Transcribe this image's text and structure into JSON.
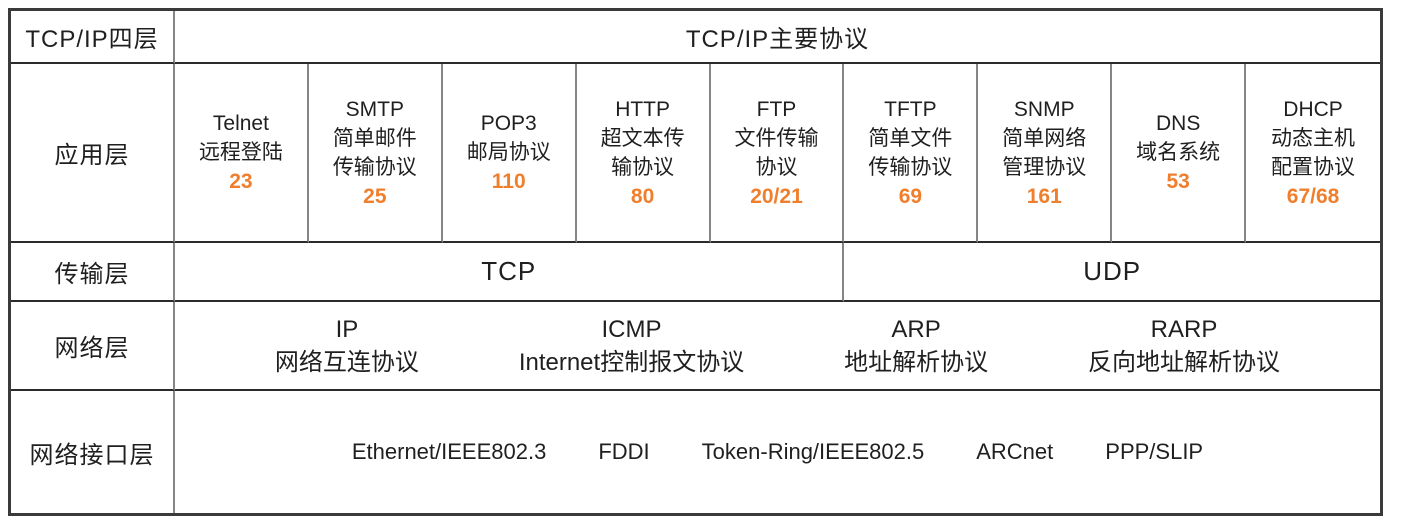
{
  "title_row": {
    "label": "TCP/IP四层",
    "title": "TCP/IP主要协议"
  },
  "application": {
    "label": "应用层",
    "protocols": [
      {
        "name": "Telnet",
        "desc": "远程登陆",
        "port": "23"
      },
      {
        "name": "SMTP",
        "desc": "简单邮件\n传输协议",
        "port": "25"
      },
      {
        "name": "POP3",
        "desc": "邮局协议",
        "port": "110"
      },
      {
        "name": "HTTP",
        "desc": "超文本传\n输协议",
        "port": "80"
      },
      {
        "name": "FTP",
        "desc": "文件传输\n协议",
        "port": "20/21"
      },
      {
        "name": "TFTP",
        "desc": "简单文件\n传输协议",
        "port": "69"
      },
      {
        "name": "SNMP",
        "desc": "简单网络\n管理协议",
        "port": "161"
      },
      {
        "name": "DNS",
        "desc": "域名系统",
        "port": "53"
      },
      {
        "name": "DHCP",
        "desc": "动态主机\n配置协议",
        "port": "67/68"
      }
    ]
  },
  "transport": {
    "label": "传输层",
    "tcp": "TCP",
    "udp": "UDP"
  },
  "network": {
    "label": "网络层",
    "protocols": [
      {
        "name": "IP",
        "desc": "网络互连协议"
      },
      {
        "name": "ICMP",
        "desc": "Internet控制报文协议"
      },
      {
        "name": "ARP",
        "desc": "地址解析协议"
      },
      {
        "name": "RARP",
        "desc": "反向地址解析协议"
      }
    ]
  },
  "interface": {
    "label": "网络接口层",
    "items": [
      "Ethernet/IEEE802.3",
      "FDDI",
      "Token-Ring/IEEE802.5",
      "ARCnet",
      "PPP/SLIP"
    ]
  },
  "colors": {
    "accent_orange": "#EF7F2D",
    "border_dark": "#2B2B2B",
    "border_gray": "#858585"
  }
}
